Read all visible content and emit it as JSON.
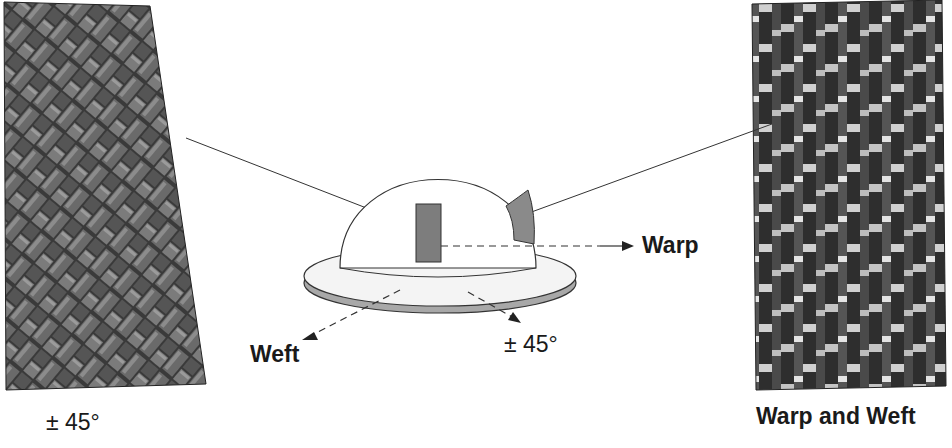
{
  "diagram": {
    "labels": [
      "Warp",
      "Weft",
      "± 45°",
      "± 45°",
      "Warp and Weft"
    ]
  }
}
